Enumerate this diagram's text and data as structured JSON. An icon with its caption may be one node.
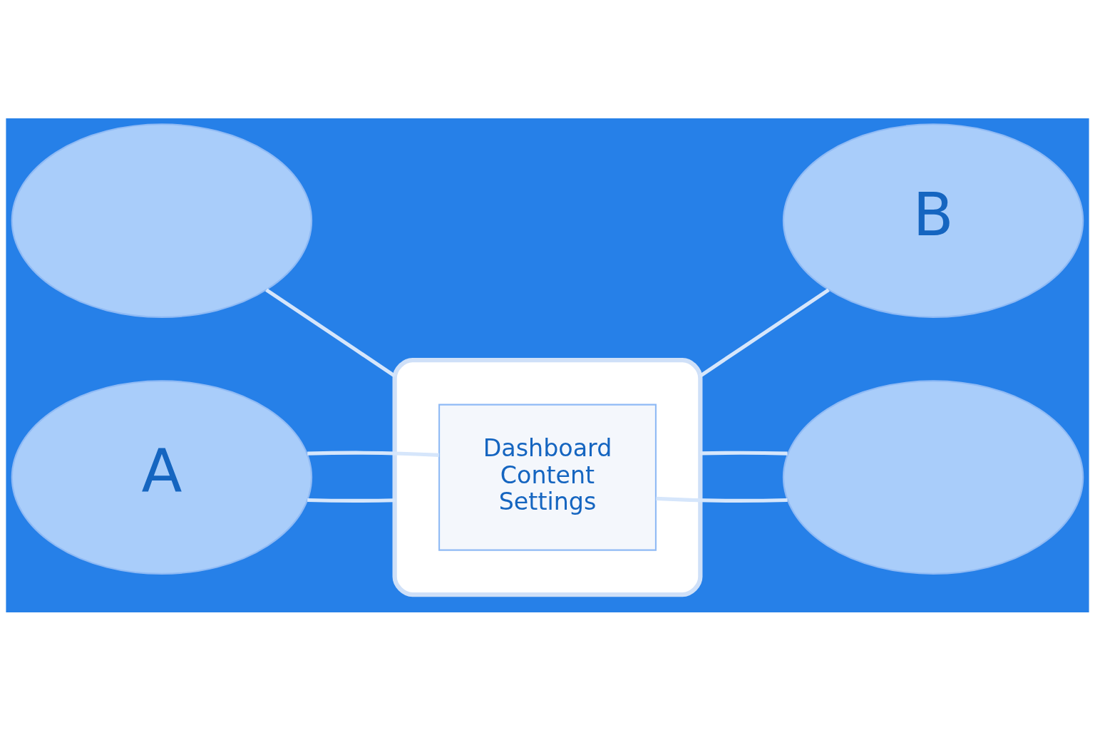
{
  "diagram": {
    "nodes": [
      {
        "text": [],
        "shape": "cloud"
      },
      {
        "text": [
          "Dashboard",
          "Content",
          "Settings"
        ],
        "in": 0
      },
      {
        "text": [],
        "shape": "ellipse"
      },
      {
        "text": [
          "B"
        ]
      },
      {
        "text": [
          "A"
        ]
      },
      {
        "text": [],
        "shape": "ellipse"
      }
    ],
    "edges": [
      {
        "from": 2,
        "to": 0,
        "arrow": "none"
      },
      {
        "from": 0,
        "to": 3,
        "arrow": "none"
      },
      {
        "from": 4,
        "to": 0,
        "arrow": "none"
      },
      {
        "from": 4,
        "to": 1,
        "arrow": "none"
      },
      {
        "from": 1,
        "to": 5,
        "arrow": "none"
      },
      {
        "from": 0,
        "to": 5,
        "arrow": "none"
      }
    ]
  }
}
